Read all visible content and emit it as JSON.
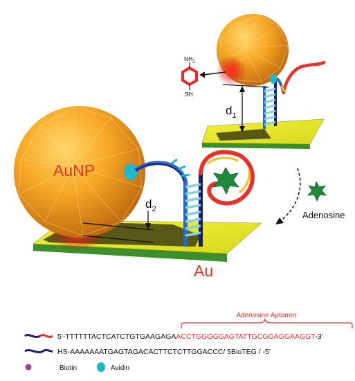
{
  "labels": {
    "aunp": "AuNP",
    "au": "Au",
    "adenosine": "Adenosine",
    "d1_main": "d",
    "d1_sub": "1",
    "d2_main": "d",
    "d2_sub": "2",
    "nh2": "NH",
    "nh2_sub": "2",
    "sh": "SH"
  },
  "legend": {
    "aptamer_title": "Adenosine Aptamer",
    "strand1_prefix": "5'-TTTTTTACTCATCTGTGAAGAGA",
    "strand1_aptamer": "ACCTGGGGGAGTATTGCGGAGGAAGGT",
    "strand1_suffix": "-3'",
    "strand2": "HS-AAAAAAATGAGTAGACACTTCTCTTGGACCC/ 5BioTEG / -5'",
    "biotin": "Biotin",
    "avidin": "Avidin"
  },
  "colors": {
    "aptamer_red": "#e8312a",
    "strand_navy": "#1b1f6b",
    "substrate_yellow": "#eaea2a",
    "substrate_green": "#3b8f2c",
    "particle_orange": "#f39a1a",
    "avidin_cyan": "#1fb7c9",
    "biotin_purple": "#9b3f9a",
    "adenosine_green": "#1e8a3a",
    "hairpin_blue": "#2f67c4"
  }
}
